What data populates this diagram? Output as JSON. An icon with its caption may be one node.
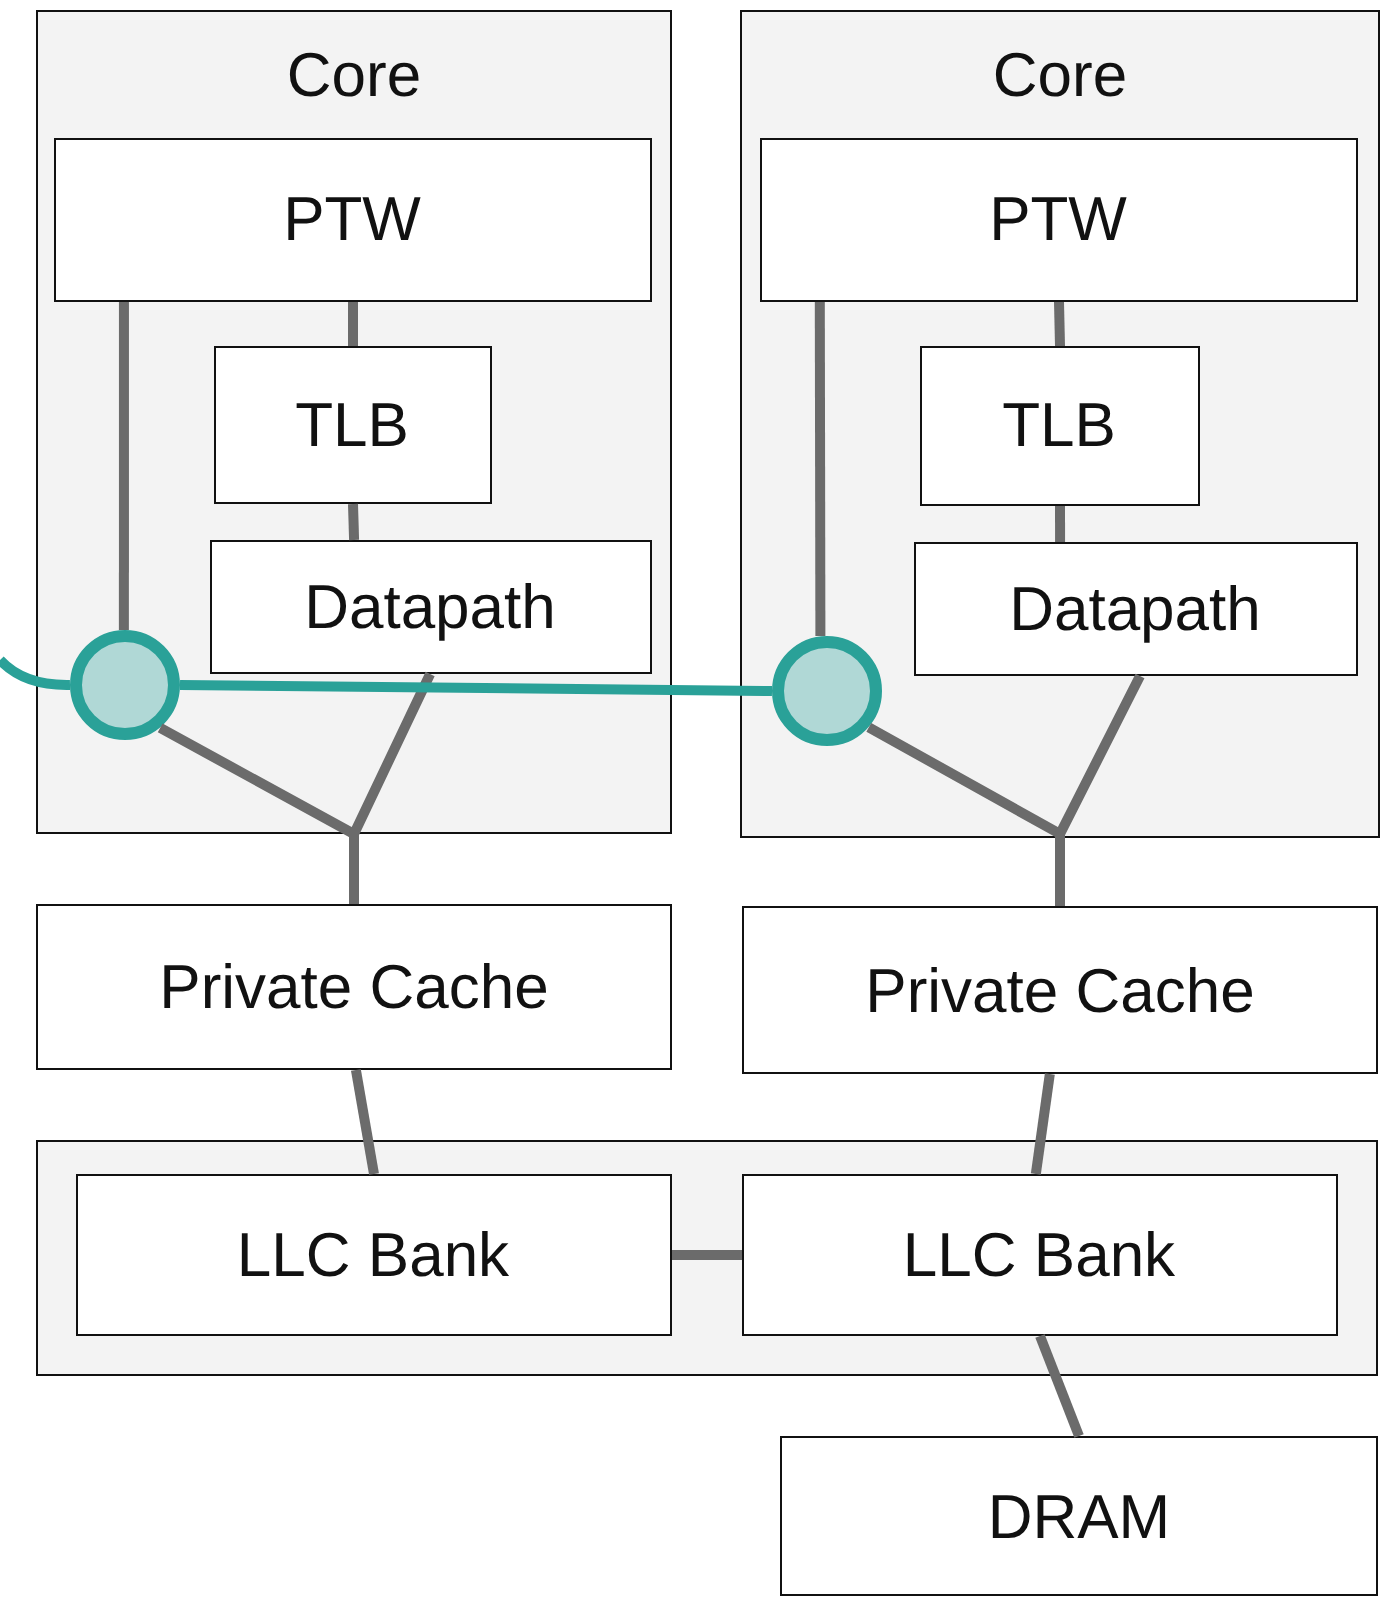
{
  "diagram": {
    "nodes": [
      {
        "text": [
          "Core"
        ]
      },
      {
        "text": [
          "PTW"
        ],
        "in": 0
      },
      {
        "text": [
          "TLB"
        ],
        "in": 0
      },
      {
        "text": [
          "Datapath"
        ],
        "in": 0
      },
      {
        "text": [
          "Core"
        ]
      },
      {
        "text": [
          "PTW"
        ],
        "in": 4
      },
      {
        "text": [
          "TLB"
        ],
        "in": 4
      },
      {
        "text": [
          "Datapath"
        ],
        "in": 4
      },
      {
        "text": [
          "Private Cache"
        ]
      },
      {
        "text": [
          "Private Cache"
        ]
      },
      {
        "text": [],
        "shape": "box"
      },
      {
        "text": [
          "LLC Bank"
        ],
        "in": 10
      },
      {
        "text": [
          "LLC Bank"
        ],
        "in": 10
      },
      {
        "text": [
          "DRAM"
        ]
      },
      {
        "text": [],
        "shape": "circle",
        "in": 0
      },
      {
        "text": [],
        "shape": "circle",
        "in": 4
      }
    ],
    "edges": [
      {
        "from": 1,
        "to": 2,
        "arrow": "none"
      },
      {
        "from": 2,
        "to": 3,
        "arrow": "none"
      },
      {
        "from": 1,
        "to": 14,
        "arrow": "none"
      },
      {
        "from": 14,
        "to": 8,
        "arrow": "none"
      },
      {
        "from": 3,
        "to": 8,
        "arrow": "none"
      },
      {
        "from": 5,
        "to": 6,
        "arrow": "none"
      },
      {
        "from": 6,
        "to": 7,
        "arrow": "none"
      },
      {
        "from": 5,
        "to": 15,
        "arrow": "none"
      },
      {
        "from": 15,
        "to": 9,
        "arrow": "none"
      },
      {
        "from": 7,
        "to": 9,
        "arrow": "none"
      },
      {
        "from": 8,
        "to": 11,
        "arrow": "none"
      },
      {
        "from": 9,
        "to": 12,
        "arrow": "none"
      },
      {
        "from": 11,
        "to": 12,
        "arrow": "none"
      },
      {
        "from": 12,
        "to": 13,
        "arrow": "none"
      },
      {
        "from": null,
        "to": 14,
        "arrow": "none",
        "color": "#2aa198"
      },
      {
        "from": 14,
        "to": 15,
        "arrow": "none",
        "color": "#2aa198"
      }
    ]
  }
}
